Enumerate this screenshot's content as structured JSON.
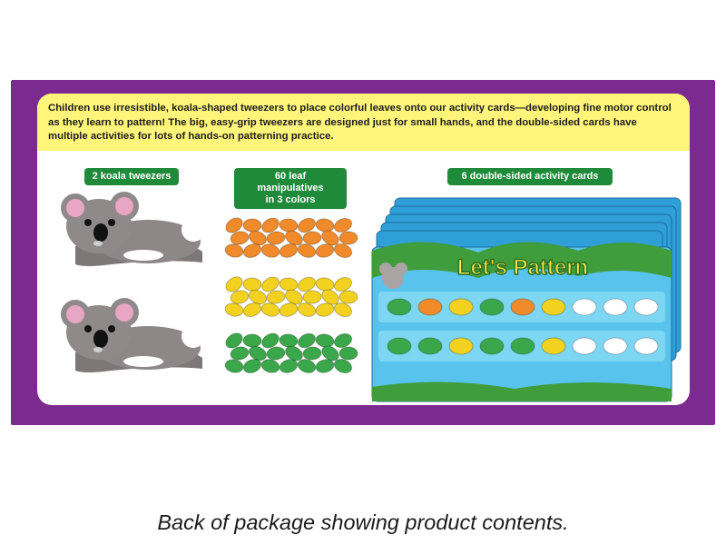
{
  "intro_text": "Children use irresistible, koala-shaped tweezers to place colorful leaves onto our activity cards—developing fine motor control as they learn to pattern! The big, easy-grip tweezers are designed just for small hands, and the double-sided cards have multiple activities for lots of hands-on patterning practice.",
  "labels": {
    "tweezers": "2 koala tweezers",
    "leaves_line1": "60 leaf manipulatives",
    "leaves_line2": "in 3 colors",
    "cards": "6 double-sided activity cards"
  },
  "card": {
    "title": "Let's Pattern",
    "row1": [
      "green",
      "orange",
      "yellow",
      "green",
      "orange",
      "yellow",
      "empty",
      "empty",
      "empty"
    ],
    "row2": [
      "green",
      "green",
      "yellow",
      "green",
      "green",
      "yellow",
      "empty",
      "empty",
      "empty"
    ]
  },
  "leaf_colors": {
    "orange": "#f08a2a",
    "yellow": "#f2d21e",
    "green": "#3aa84a"
  },
  "caption": "Back of package showing product contents."
}
